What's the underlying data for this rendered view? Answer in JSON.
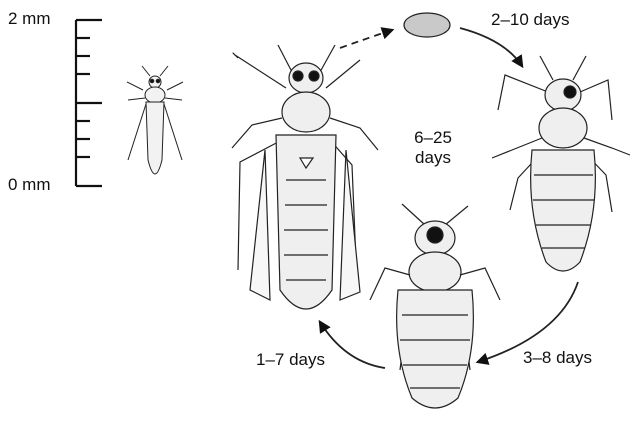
{
  "scale_bar": {
    "top_label": "2 mm",
    "bottom_label": "0 mm"
  },
  "cycle": {
    "egg_to_larva": "2–10 days",
    "larva_to_prepupa": "3–8 days",
    "pupa_to_adult": "1–7 days",
    "adult_lifespan": "6–25\ndays"
  },
  "colors": {
    "ink": "#111111",
    "egg_fill": "#c9c9c9",
    "body_fill": "#efefef"
  }
}
